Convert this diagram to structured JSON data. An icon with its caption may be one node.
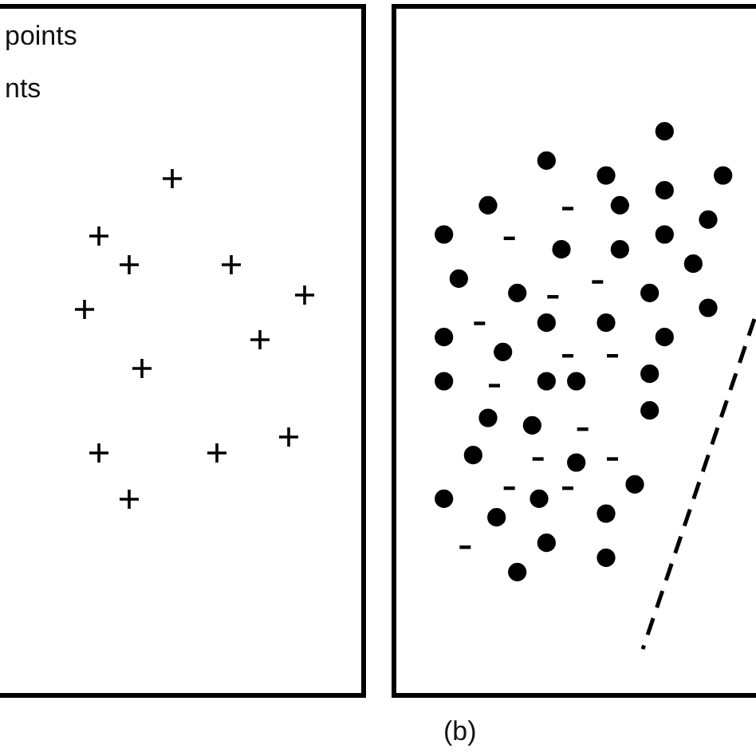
{
  "diagram": {
    "caption": "(b)",
    "labels": [
      "points",
      "nts"
    ]
  }
}
